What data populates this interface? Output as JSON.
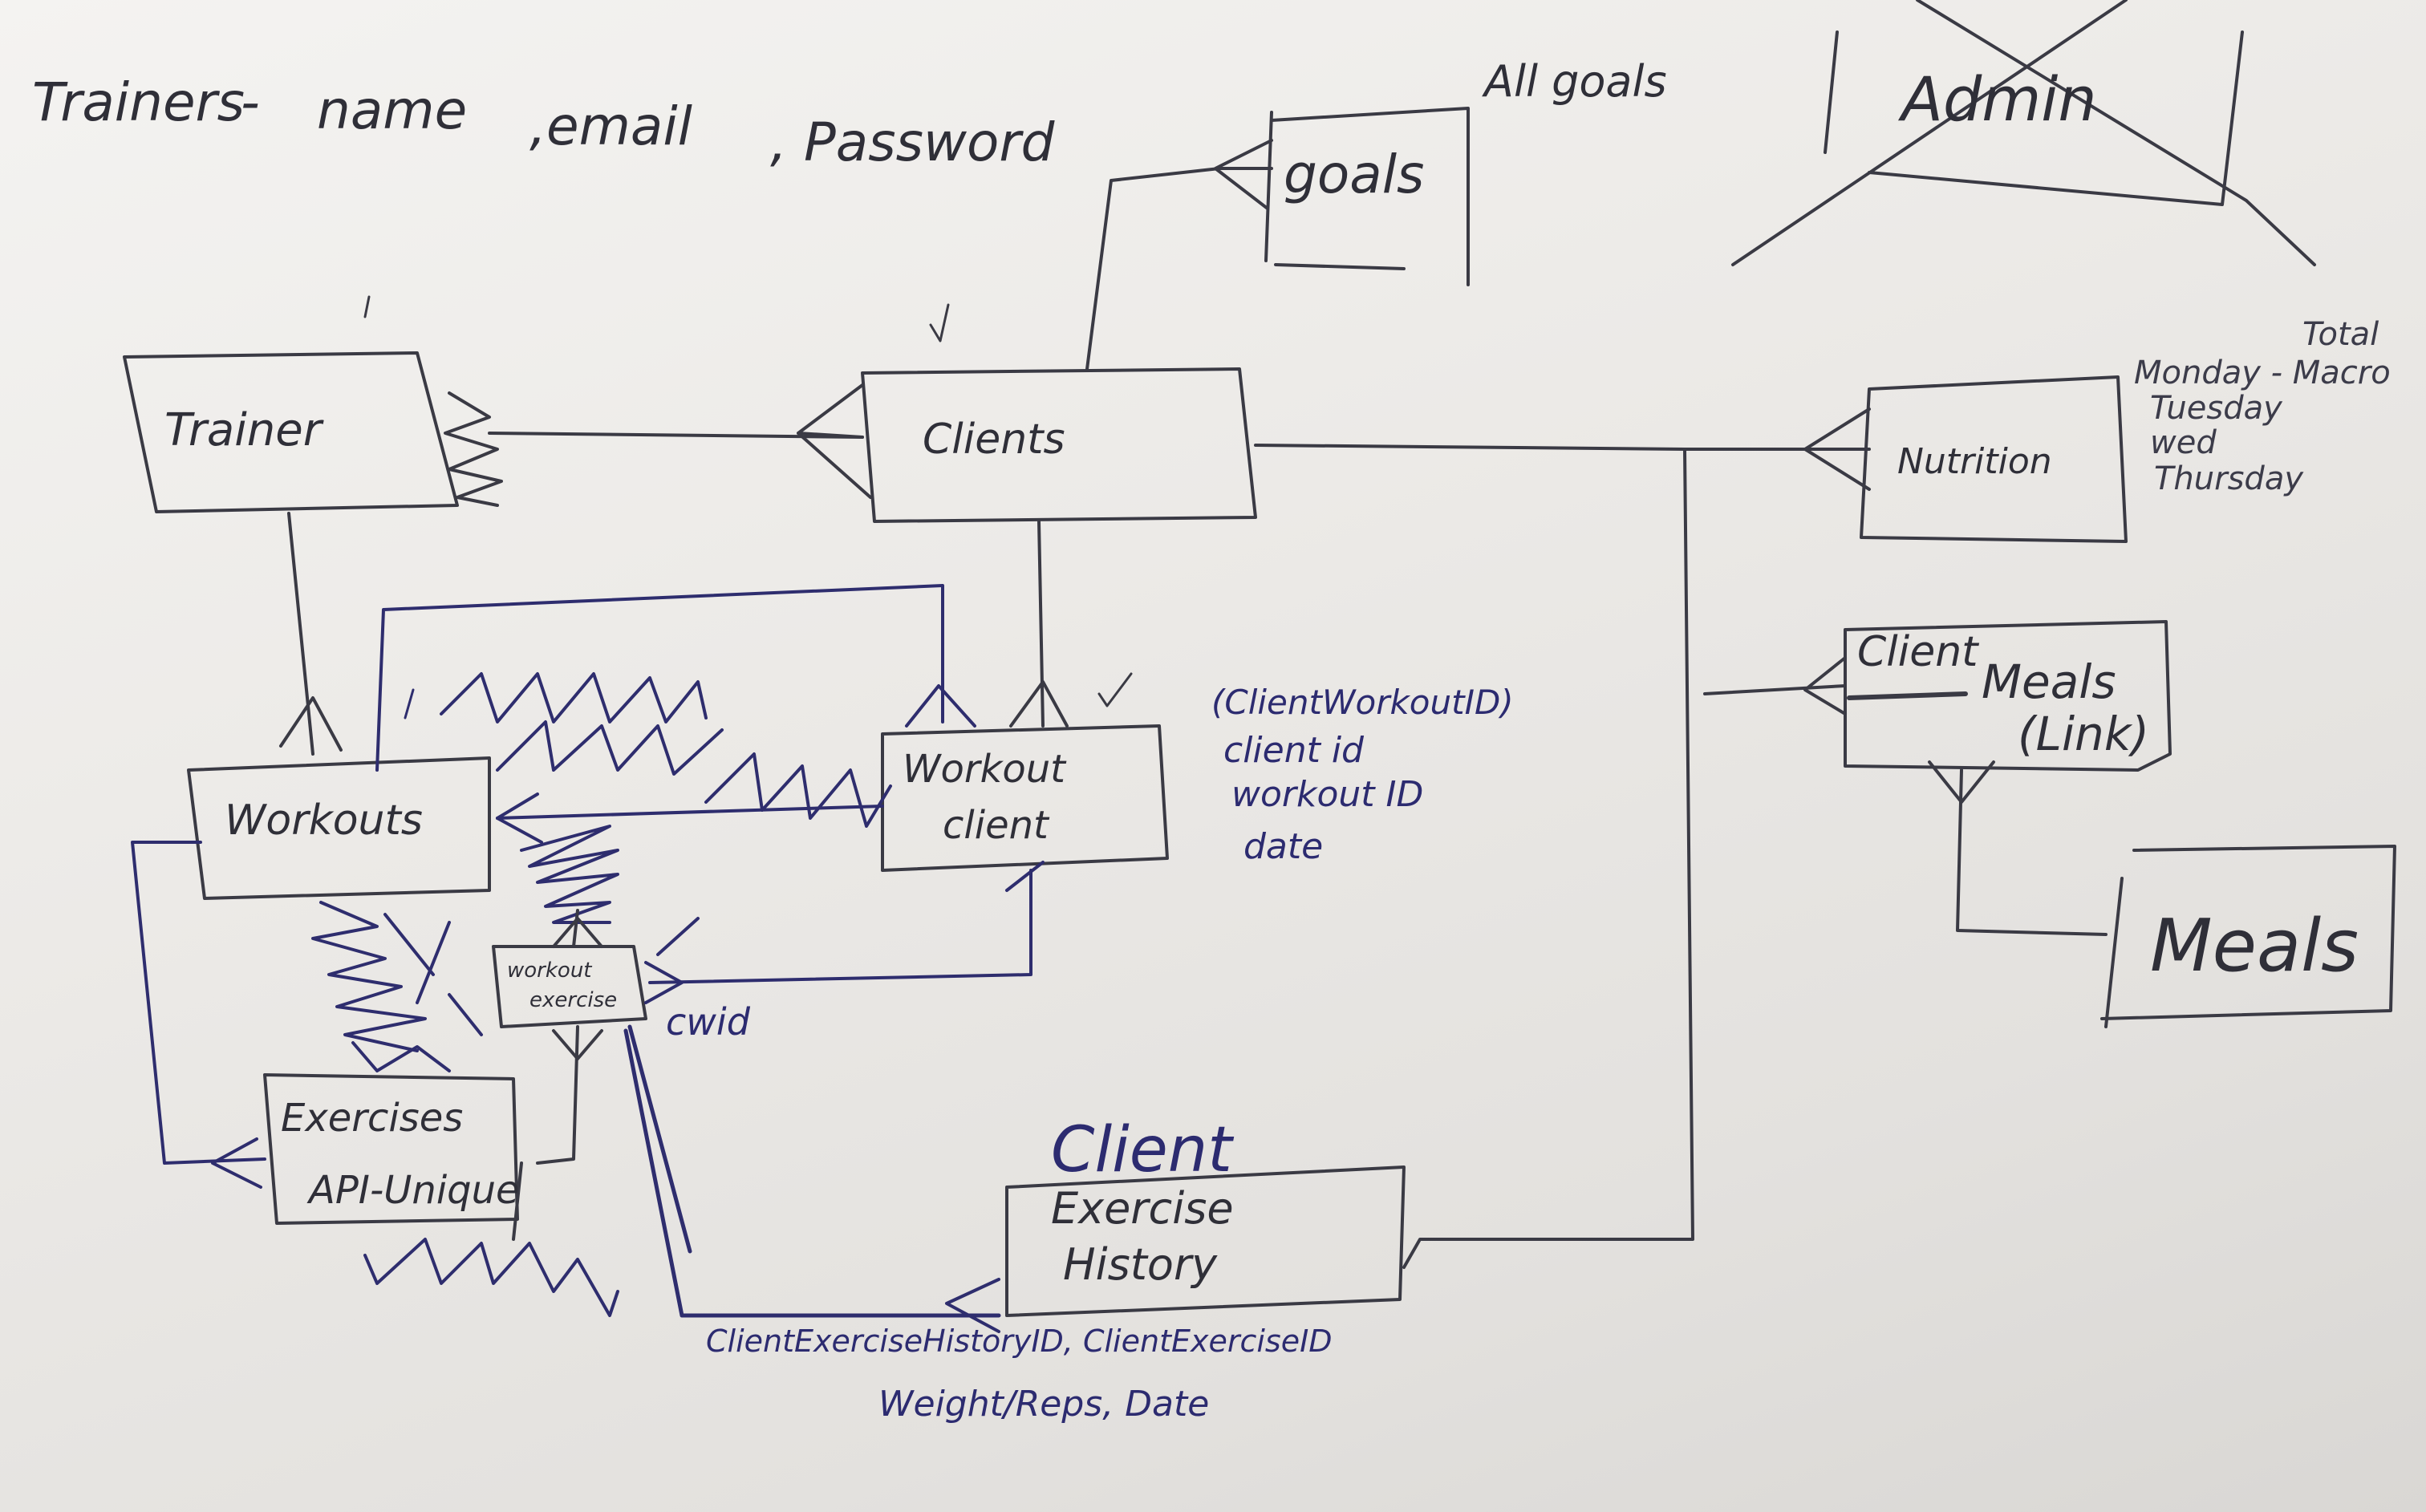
{
  "header_note": {
    "entity": "Trainers",
    "fields": [
      "name",
      ",email",
      ", Password"
    ],
    "all_goals": "All goals"
  },
  "admin_box": "Admin",
  "entities": {
    "trainer": "Trainer",
    "clients": "Clients",
    "goals": "goals",
    "nutrition": "Nutrition",
    "workouts": "Workouts",
    "workout_client": [
      "Workout",
      "client"
    ],
    "workout_exercise": [
      "workout",
      "exercise"
    ],
    "exercises": [
      "Exercises",
      "API-Unique"
    ],
    "client_meals_link": [
      "Client",
      "Meals",
      "(Link)"
    ],
    "meals": "Meals",
    "client_exercise_history": [
      "Client",
      "Exercise",
      "History"
    ]
  },
  "notes": {
    "workout_client_fields": [
      "(ClientWorkoutID)",
      "client id",
      "workout ID",
      "date"
    ],
    "cwid": "cwid",
    "nutrition_days": [
      "Total",
      "Monday - Macro",
      "Tuesday",
      "wed",
      "Thursday"
    ],
    "history_fields": [
      "ClientExerciseHistoryID, ClientExerciseID",
      "Weight/Reps, Date"
    ]
  }
}
